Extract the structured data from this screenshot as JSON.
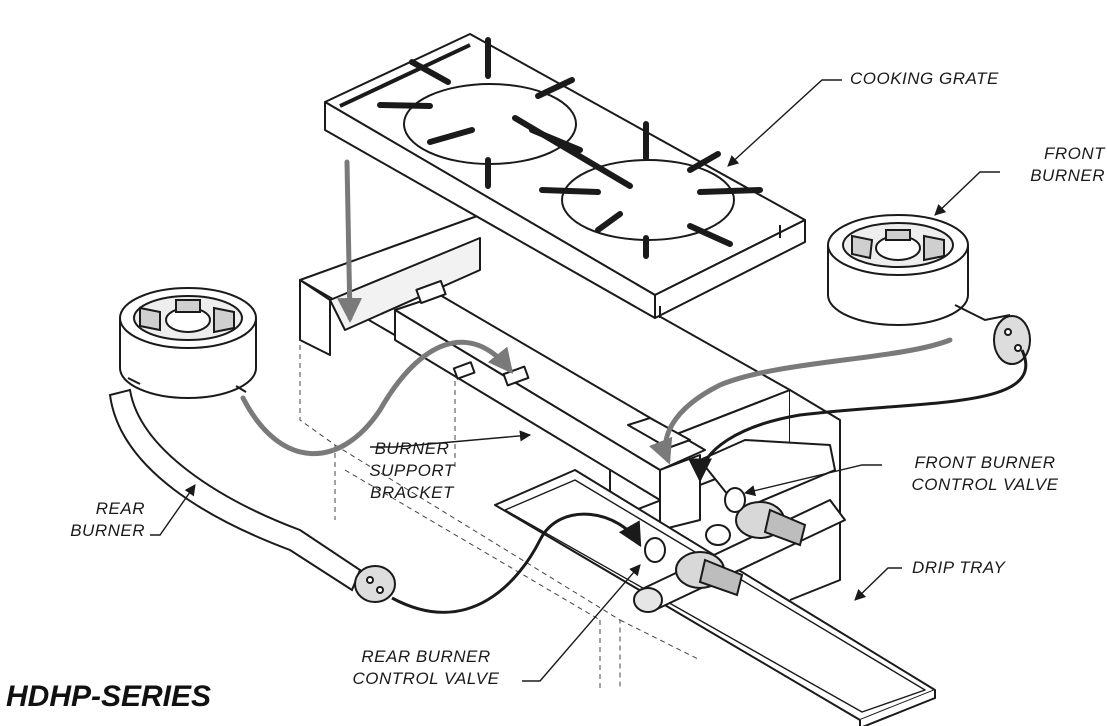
{
  "labels": {
    "cooking_grate": "COOKING GRATE",
    "front_burner": [
      "FRONT",
      "BURNER"
    ],
    "rear_burner": [
      "REAR",
      "BURNER"
    ],
    "burner_support_bracket": [
      "BURNER",
      "SUPPORT",
      "BRACKET"
    ],
    "front_burner_control_valve": [
      "FRONT BURNER",
      "CONTROL VALVE"
    ],
    "drip_tray": "DRIP TRAY",
    "rear_burner_control_valve": [
      "REAR BURNER",
      "CONTROL VALVE"
    ]
  },
  "series_title": "HDHP-SERIES",
  "colors": {
    "line": "#1a1a1a",
    "arrow_gray": "#7a7a7a",
    "background": "#ffffff"
  }
}
